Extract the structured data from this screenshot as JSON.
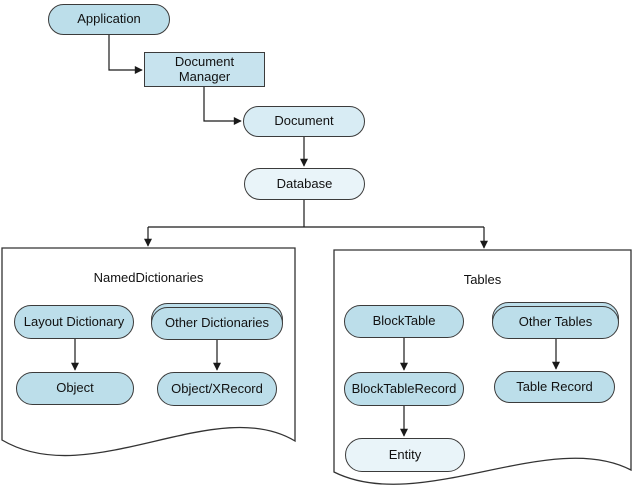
{
  "diagram": {
    "colors": {
      "node_fill": "#bcdeea",
      "node_fill_rect": "#c7e3ee",
      "node_fill_light": "#d8ecf4",
      "node_fill_pale": "#e9f4f9",
      "node_border": "#3b3b3b",
      "edge": "#1a1a1a",
      "background": "#ffffff"
    },
    "nodes": {
      "application": "Application",
      "document_manager": "Document Manager",
      "document": "Document",
      "database": "Database",
      "named_dictionaries": "NamedDictionaries",
      "layout_dictionary": "Layout Dictionary",
      "object": "Object",
      "other_dictionaries": "Other Dictionaries",
      "object_xrecord": "Object/XRecord",
      "tables": "Tables",
      "block_table": "BlockTable",
      "block_table_record": "BlockTableRecord",
      "entity": "Entity",
      "other_tables": "Other Tables",
      "table_record": "Table Record"
    }
  }
}
